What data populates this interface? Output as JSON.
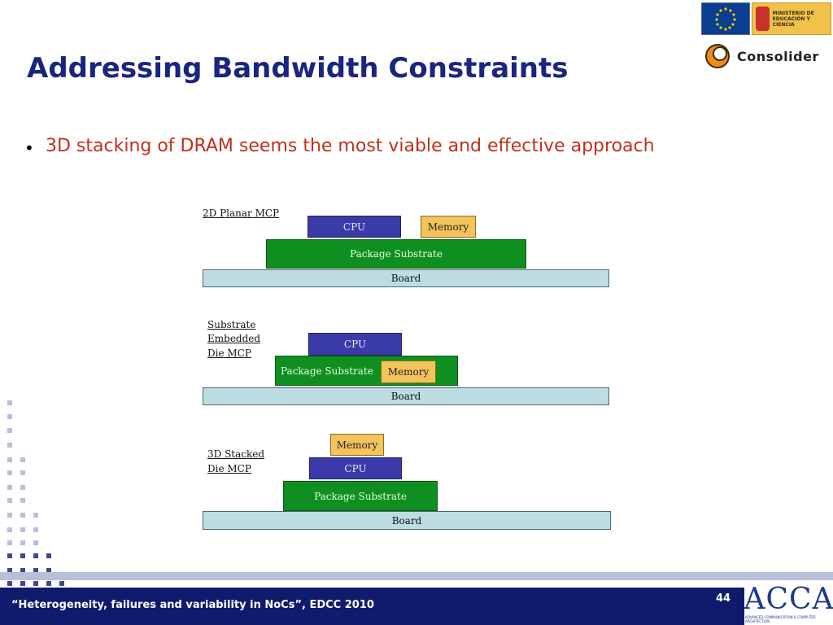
{
  "slide": {
    "title": "Addressing Bandwidth Constraints",
    "bullet": "3D stacking of DRAM seems the most viable and effective approach",
    "footer": "“Heterogeneity, failures and variability in NoCs”, EDCC 2010",
    "page_number": "44"
  },
  "logos": {
    "spain_text": "MINISTERIO DE EDUCACIÓN Y CIENCIA",
    "consolider": "Consolider",
    "acca": "ACCA",
    "acca_sub": "ADVANCED COMMUNICATION & COMPUTER ARCHITECTURE"
  },
  "diagram": {
    "planar": {
      "label": "2D Planar MCP",
      "cpu": "CPU",
      "memory": "Memory",
      "substrate": "Package Substrate",
      "board": "Board"
    },
    "embedded": {
      "label_1": "Substrate",
      "label_2": "Embedded",
      "label_3": "Die MCP",
      "cpu": "CPU",
      "memory": "Memory",
      "substrate": "Package Substrate",
      "board": "Board"
    },
    "stacked": {
      "label_1": "3D Stacked",
      "label_2": "Die MCP",
      "cpu": "CPU",
      "memory": "Memory",
      "substrate": "Package Substrate",
      "board": "Board"
    }
  },
  "colors": {
    "title": "#1a2580",
    "bullet_text": "#c0301a",
    "cpu": "#3a3aa8",
    "memory": "#f3c35c",
    "substrate": "#0f8f1f",
    "board": "#bcdde2",
    "footer": "#101b6e"
  }
}
